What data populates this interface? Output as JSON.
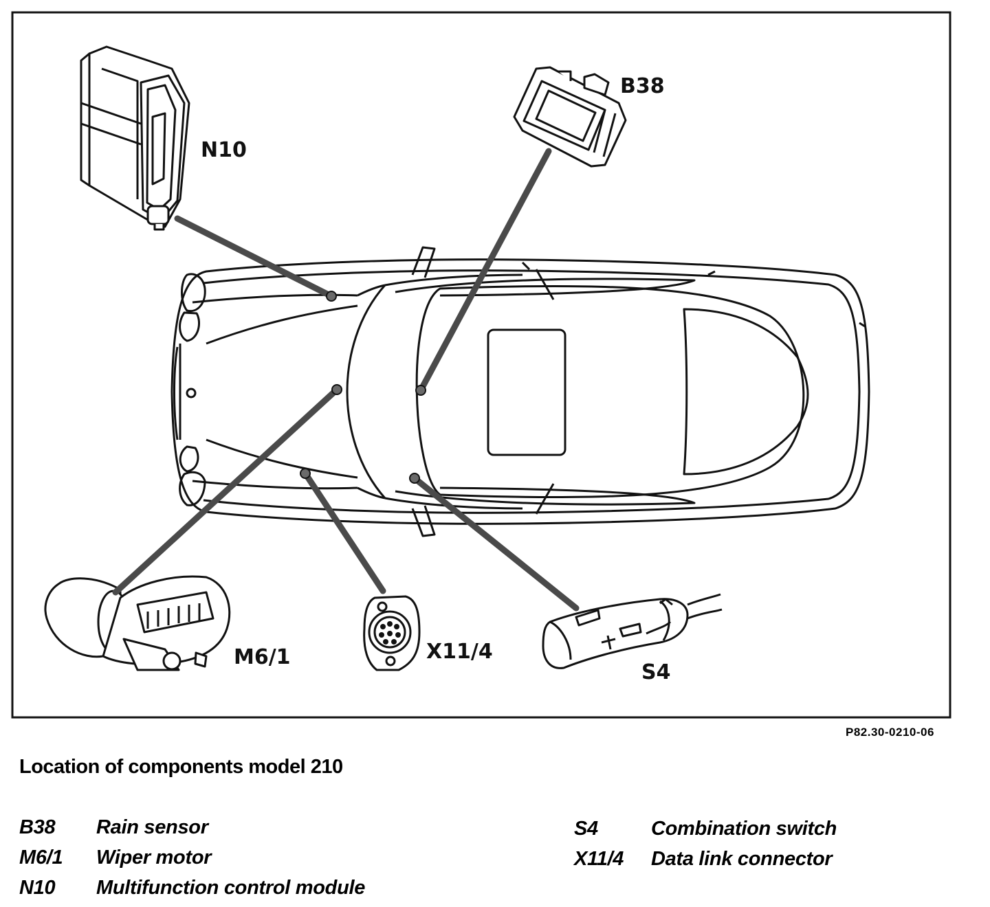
{
  "diagram": {
    "components": [
      {
        "code": "N10",
        "callout": "N10"
      },
      {
        "code": "B38",
        "callout": "B38"
      },
      {
        "code": "M6/1",
        "callout": "M6/1"
      },
      {
        "code": "X11/4",
        "callout": "X11/4"
      },
      {
        "code": "S4",
        "callout": "S4"
      }
    ],
    "colors": {
      "ink": "#111111",
      "leader": "#4a4a4a",
      "marker": "#6a6a6a",
      "background": "#ffffff"
    }
  },
  "reference": "P82.30-0210-06",
  "caption": "Location of components model 210",
  "legend": {
    "left": [
      {
        "code": "B38",
        "desc": "Rain sensor"
      },
      {
        "code": "M6/1",
        "desc": "Wiper motor"
      },
      {
        "code": "N10",
        "desc": "Multifunction control module"
      }
    ],
    "right": [
      {
        "code": "S4",
        "desc": "Combination switch"
      },
      {
        "code": "X11/4",
        "desc": "Data link connector"
      }
    ]
  }
}
